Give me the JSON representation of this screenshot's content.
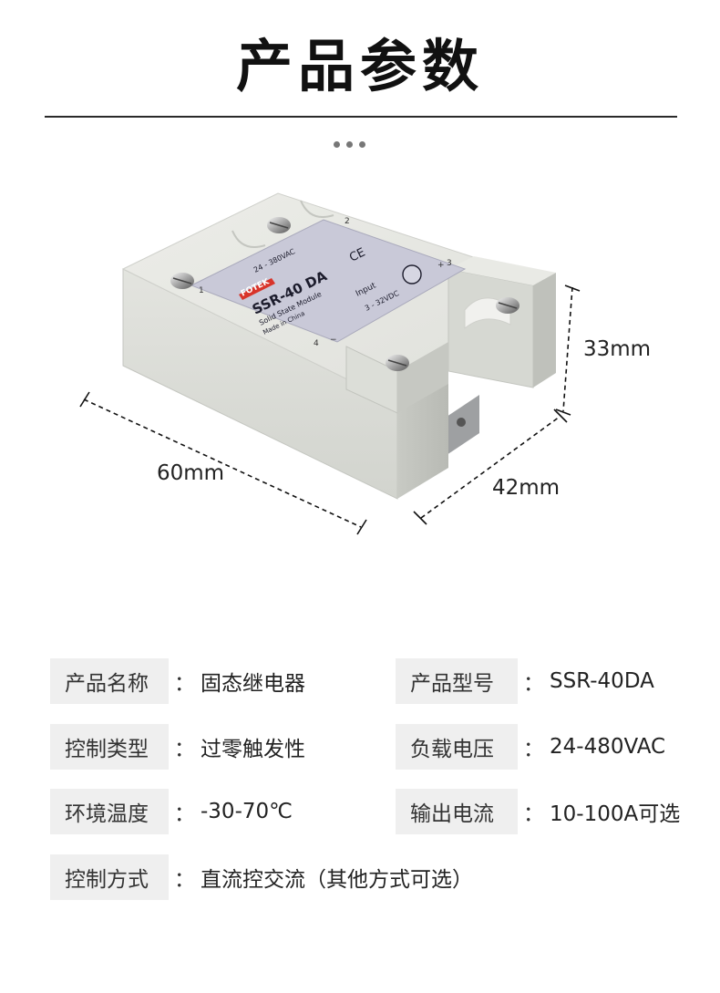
{
  "page": {
    "title": "产品参数"
  },
  "dimensions": {
    "height": "33mm",
    "length": "60mm",
    "width": "42mm"
  },
  "relay_label": {
    "brand": "FOTEK",
    "model": "SSR-40 DA",
    "subtitle": "Solid State Module",
    "origin": "Made in China",
    "load_range": "24 - 380VAC",
    "input_tag": "Input",
    "input_range": "3 - 32VDC",
    "terminal_1": "1",
    "terminal_2": "2",
    "terminal_3": "3",
    "terminal_4": "4",
    "plus": "+",
    "minus": "−",
    "ce_mark": "CE"
  },
  "specs": {
    "colon": "：",
    "name": {
      "label": "产品名称",
      "value": "固态继电器"
    },
    "model": {
      "label": "产品型号",
      "value": "SSR-40DA"
    },
    "control": {
      "label": "控制类型",
      "value": "过零触发性"
    },
    "load_volt": {
      "label": "负载电压",
      "value": "24-480VAC"
    },
    "env_temp": {
      "label": "环境温度",
      "value": "-30-70℃"
    },
    "current": {
      "label": "输出电流",
      "value": "10-100A可选"
    },
    "mode": {
      "label": "控制方式",
      "value": "直流控交流（其他方式可选）"
    }
  },
  "colors": {
    "housing": "#dadcd6",
    "housing_shadow": "#b9bbb5",
    "label": "#c9c9d8",
    "label_accent": "#d8342a",
    "text": "#222222"
  }
}
